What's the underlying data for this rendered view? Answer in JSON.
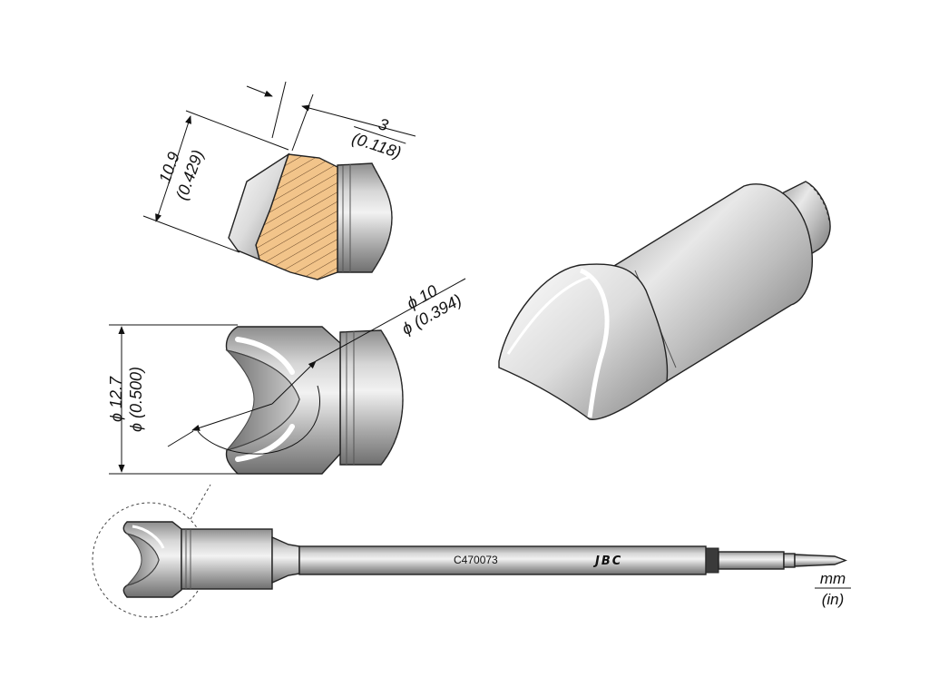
{
  "dimensions": {
    "cut_length": {
      "mm": "3",
      "in": "(0.118)"
    },
    "tip_height": {
      "mm": "10.9",
      "in": "(0.429)"
    },
    "inner_diameter": {
      "mm": "ϕ 10",
      "in": "ϕ (0.394)"
    },
    "outer_diameter": {
      "mm": "ϕ 12.7",
      "in": "ϕ (0.500)"
    }
  },
  "product": {
    "code": "C470073",
    "brand": "JBC"
  },
  "units": {
    "primary": "mm",
    "secondary": "(in)"
  },
  "colors": {
    "section_hatch": "#f2c48a",
    "metal_light": "#eeeeee",
    "metal_dark": "#7a7a7a"
  }
}
